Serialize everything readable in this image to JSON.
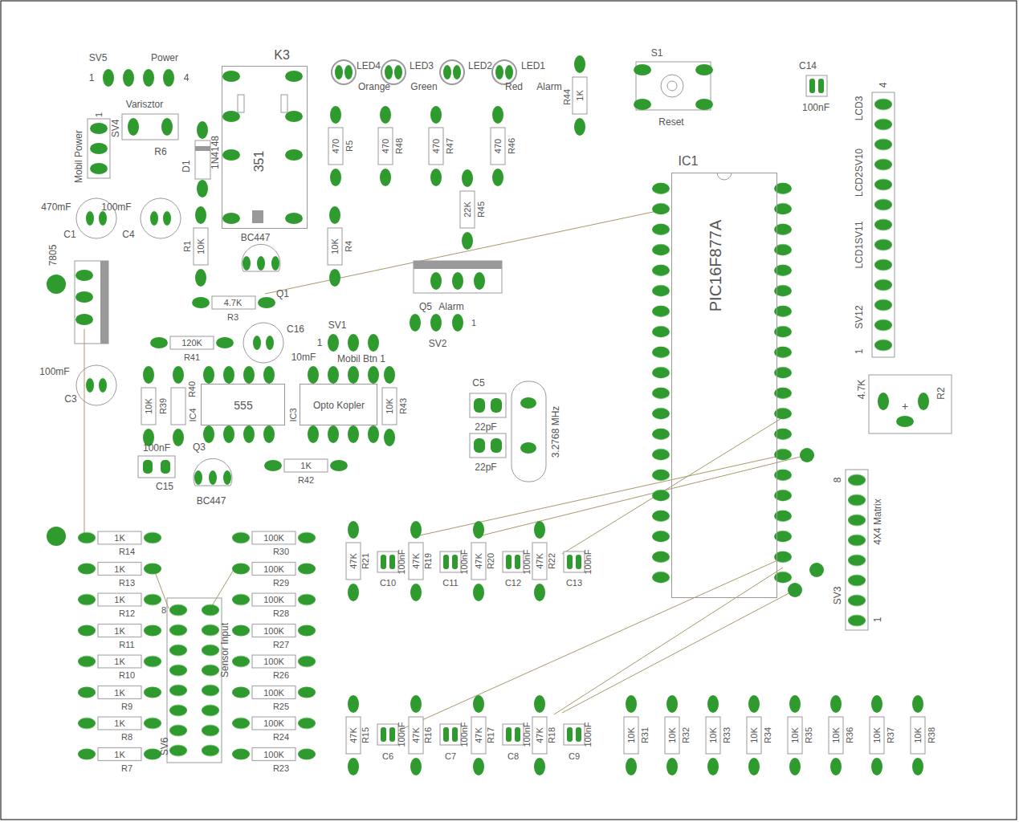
{
  "diagram": {
    "nodes": [
      {
        "text": [
          "K3",
          "351"
        ]
      },
      {
        "text": [
          "IC1",
          "PIC16F877A"
        ]
      },
      {
        "text": [
          "IC4",
          "555"
        ]
      },
      {
        "text": [
          "IC3",
          "Opto Kopler"
        ]
      }
    ],
    "labels": [
      "SV5",
      "Power",
      "1",
      "4",
      "LED4",
      "LED3",
      "LED2",
      "LED1",
      "Orange",
      "Green",
      "Red",
      "Alarm",
      "R44",
      "1K",
      "S1",
      "Reset",
      "C14",
      "100nF",
      "Varisztor",
      "1",
      "SV4",
      "R6",
      "Mobil Power",
      "1N4148",
      "D1",
      "470",
      "R5",
      "470",
      "R48",
      "470",
      "R47",
      "470",
      "R46",
      "22K",
      "R45",
      "BC447",
      "10K",
      "R4",
      "10K",
      "R1",
      "470mF",
      "100mF",
      "C1",
      "C4",
      "LCD3",
      "4",
      "LCD2SV10",
      "LCD1SV11",
      "SV12",
      "1",
      "7805",
      "4.7K",
      "R3",
      "Q1",
      "Q5",
      "Alarm",
      "1",
      "SV2",
      "120K",
      "R41",
      "C16",
      "10mF",
      "SV1",
      "1",
      "Mobil Btn 1",
      "100mF",
      "C3",
      "10K",
      "R39",
      "R40",
      "C5",
      "22pF",
      "22pF",
      "3.2768 MHz",
      "R43",
      "10K",
      "4.7K",
      "R2",
      "+",
      "100nF",
      "C15",
      "Q3",
      "BC447",
      "1K",
      "R42",
      "8",
      "4X4 Matrix",
      "SV3",
      "1",
      "1K",
      "R14",
      "100K",
      "R30",
      "1K",
      "R13",
      "100K",
      "R29",
      "1K",
      "R12",
      "100K",
      "R28",
      "1K",
      "R11",
      "100K",
      "R27",
      "1K",
      "R10",
      "100K",
      "R26",
      "1K",
      "R9",
      "100K",
      "R25",
      "1K",
      "R8",
      "100K",
      "R24",
      "1K",
      "R7",
      "100K",
      "R23",
      "8",
      "Sensor Input",
      "SV6",
      "47K",
      "R21",
      "100nF",
      "C10",
      "47K",
      "R19",
      "100nF",
      "C11",
      "47K",
      "R20",
      "100nF",
      "C12",
      "47K",
      "R22",
      "100nF",
      "C13",
      "47K",
      "R15",
      "100nF",
      "C6",
      "47K",
      "R16",
      "100nF",
      "C7",
      "47K",
      "R17",
      "100nF",
      "C8",
      "47K",
      "R18",
      "100nF",
      "C9",
      "10K",
      "R31",
      "10K",
      "R32",
      "10K",
      "R33",
      "10K",
      "R34",
      "10K",
      "R35",
      "10K",
      "R36",
      "10K",
      "R37",
      "10K",
      "R38"
    ]
  }
}
